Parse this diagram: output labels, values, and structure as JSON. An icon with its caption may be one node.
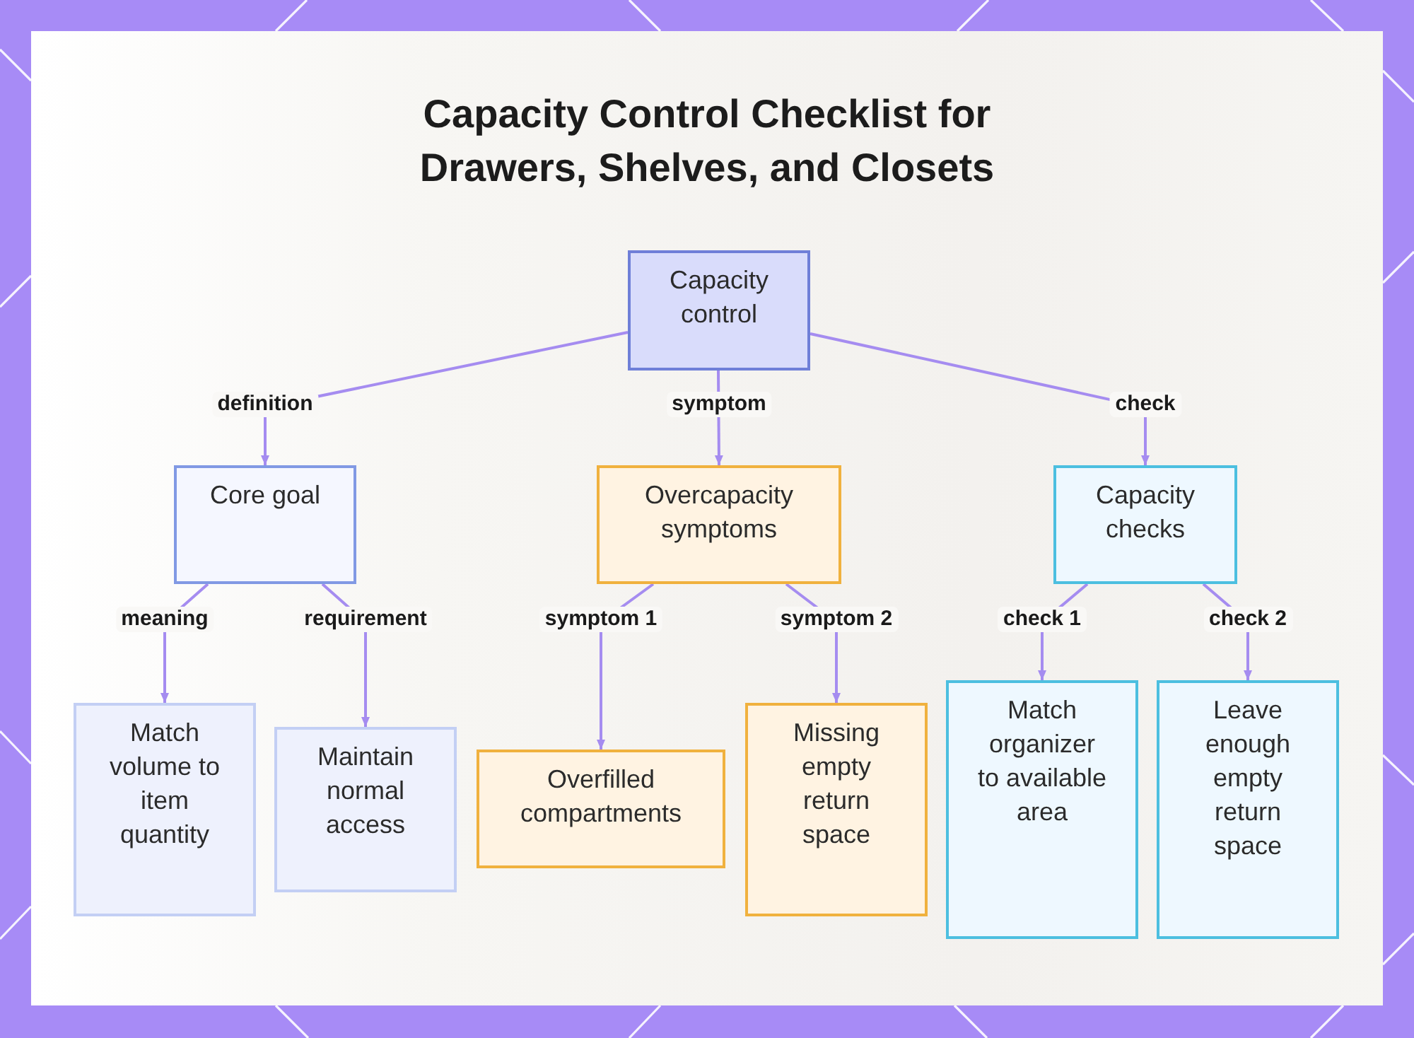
{
  "diagram": {
    "title": "Capacity Control Checklist for Drawers, Shelves, and Closets",
    "nodes": [
      {
        "text": [
          "Capacity control"
        ]
      },
      {
        "text": [
          "Core goal"
        ]
      },
      {
        "text": [
          "Overcapacity symptoms"
        ]
      },
      {
        "text": [
          "Capacity checks"
        ]
      },
      {
        "text": [
          "Match volume to item quantity"
        ]
      },
      {
        "text": [
          "Maintain normal access"
        ]
      },
      {
        "text": [
          "Overfilled compartments"
        ]
      },
      {
        "text": [
          "Missing empty return space"
        ]
      },
      {
        "text": [
          "Match organizer to available area"
        ]
      },
      {
        "text": [
          "Leave enough empty return space"
        ]
      }
    ],
    "edges": [
      {
        "from": 0,
        "to": 1,
        "arrow": "to",
        "label": "definition"
      },
      {
        "from": 0,
        "to": 2,
        "arrow": "to",
        "label": "symptom"
      },
      {
        "from": 0,
        "to": 3,
        "arrow": "to",
        "label": "check"
      },
      {
        "from": 1,
        "to": 4,
        "arrow": "to",
        "label": "meaning"
      },
      {
        "from": 1,
        "to": 5,
        "arrow": "to",
        "label": "requirement"
      },
      {
        "from": 2,
        "to": 6,
        "arrow": "to",
        "label": "symptom 1"
      },
      {
        "from": 2,
        "to": 7,
        "arrow": "to",
        "label": "symptom 2"
      },
      {
        "from": 3,
        "to": 8,
        "arrow": "to",
        "label": "check 1"
      },
      {
        "from": 3,
        "to": 9,
        "arrow": "to",
        "label": "check 2"
      }
    ]
  }
}
